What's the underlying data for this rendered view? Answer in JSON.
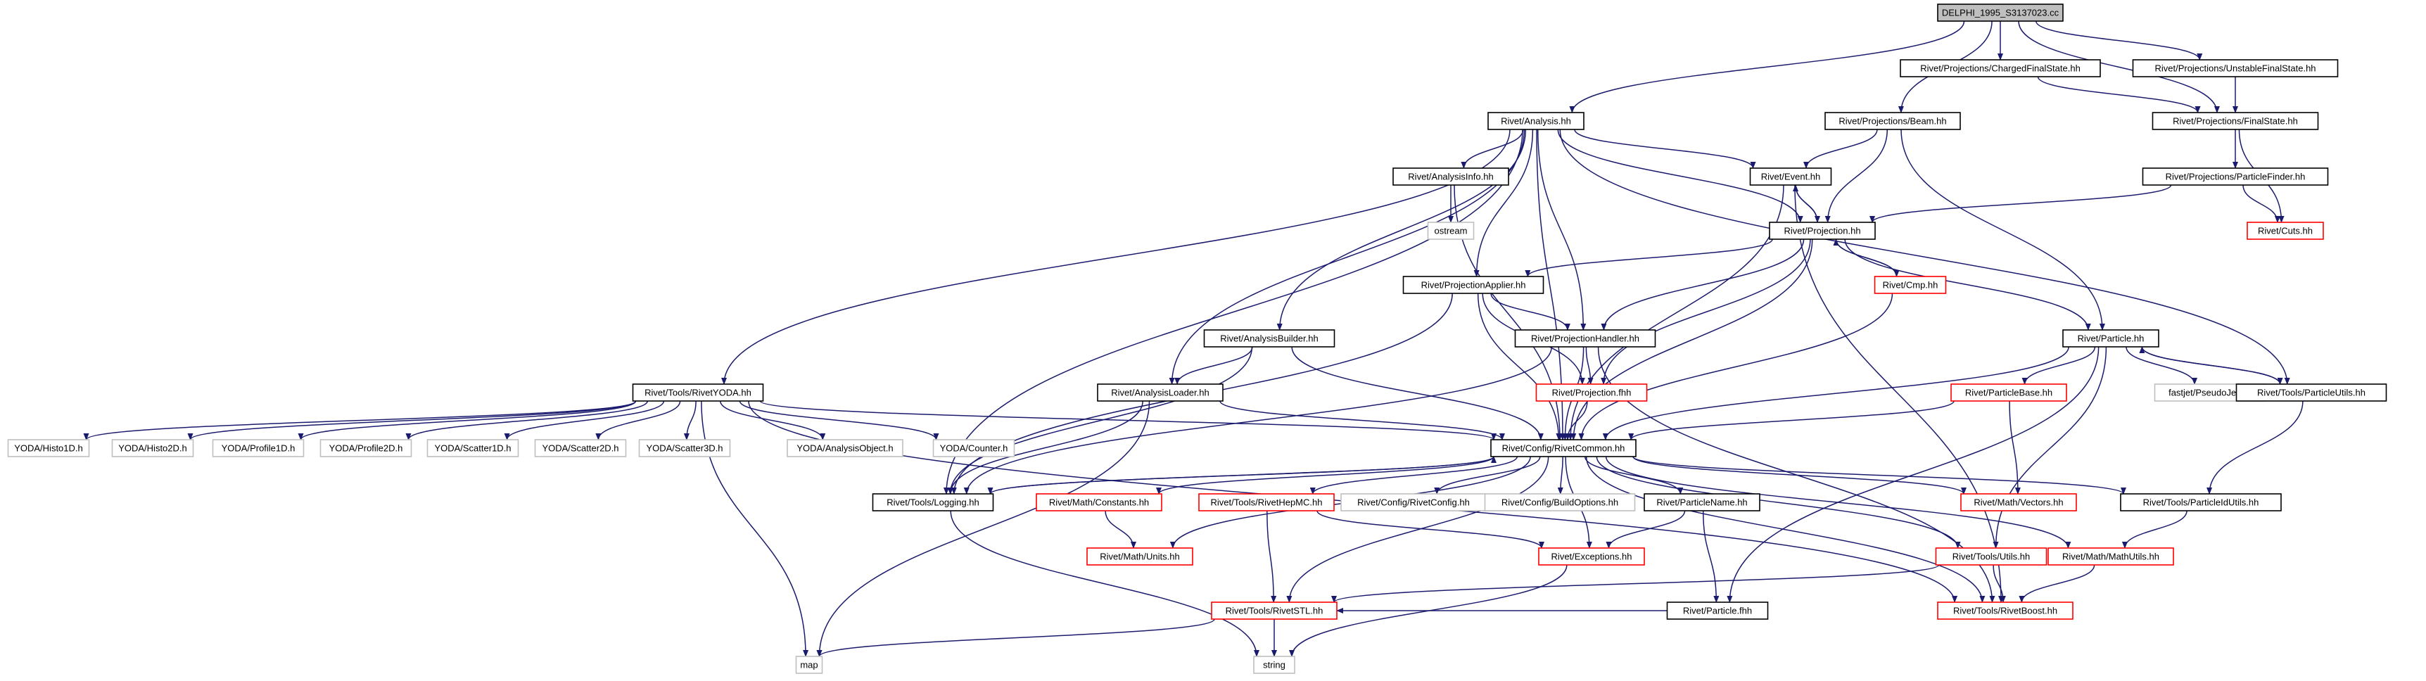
{
  "colors": {
    "edge": "#1b1b6e",
    "border_black": "#000000",
    "border_red": "#ff0000",
    "border_grey": "#bfbfbf",
    "root_fill": "#bfbfbf",
    "fill": "#ffffff"
  },
  "nodes": [
    {
      "id": "root",
      "label": "DELPHI_1995_S3137023.cc",
      "style": "root"
    },
    {
      "id": "chfs",
      "label": "Rivet/Projections/ChargedFinalState.hh",
      "style": "black"
    },
    {
      "id": "ufs",
      "label": "Rivet/Projections/UnstableFinalState.hh",
      "style": "black"
    },
    {
      "id": "fs",
      "label": "Rivet/Projections/FinalState.hh",
      "style": "black"
    },
    {
      "id": "pf",
      "label": "Rivet/Projections/ParticleFinder.hh",
      "style": "black"
    },
    {
      "id": "cuts",
      "label": "Rivet/Cuts.hh",
      "style": "red"
    },
    {
      "id": "analysis",
      "label": "Rivet/Analysis.hh",
      "style": "black"
    },
    {
      "id": "beam",
      "label": "Rivet/Projections/Beam.hh",
      "style": "black"
    },
    {
      "id": "ainfo",
      "label": "Rivet/AnalysisInfo.hh",
      "style": "black"
    },
    {
      "id": "ostream",
      "label": "ostream",
      "style": "grey"
    },
    {
      "id": "event",
      "label": "Rivet/Event.hh",
      "style": "black"
    },
    {
      "id": "proj",
      "label": "Rivet/Projection.hh",
      "style": "black"
    },
    {
      "id": "cmp",
      "label": "Rivet/Cmp.hh",
      "style": "red"
    },
    {
      "id": "papplier",
      "label": "Rivet/ProjectionApplier.hh",
      "style": "black"
    },
    {
      "id": "phandler",
      "label": "Rivet/ProjectionHandler.hh",
      "style": "black"
    },
    {
      "id": "projf",
      "label": "Rivet/Projection.fhh",
      "style": "red"
    },
    {
      "id": "abuilder",
      "label": "Rivet/AnalysisBuilder.hh",
      "style": "black"
    },
    {
      "id": "aloader",
      "label": "Rivet/AnalysisLoader.hh",
      "style": "black"
    },
    {
      "id": "particle",
      "label": "Rivet/Particle.hh",
      "style": "black"
    },
    {
      "id": "pbase",
      "label": "Rivet/ParticleBase.hh",
      "style": "red"
    },
    {
      "id": "fastjet",
      "label": "fastjet/PseudoJet.hh",
      "style": "grey"
    },
    {
      "id": "putils",
      "label": "Rivet/Tools/ParticleUtils.hh",
      "style": "black"
    },
    {
      "id": "ryoda",
      "label": "Rivet/Tools/RivetYODA.hh",
      "style": "black"
    },
    {
      "id": "h1d",
      "label": "YODA/Histo1D.h",
      "style": "grey"
    },
    {
      "id": "h2d",
      "label": "YODA/Histo2D.h",
      "style": "grey"
    },
    {
      "id": "p1d",
      "label": "YODA/Profile1D.h",
      "style": "grey"
    },
    {
      "id": "p2d",
      "label": "YODA/Profile2D.h",
      "style": "grey"
    },
    {
      "id": "s1d",
      "label": "YODA/Scatter1D.h",
      "style": "grey"
    },
    {
      "id": "s2d",
      "label": "YODA/Scatter2D.h",
      "style": "grey"
    },
    {
      "id": "s3d",
      "label": "YODA/Scatter3D.h",
      "style": "grey"
    },
    {
      "id": "aobj",
      "label": "YODA/AnalysisObject.h",
      "style": "grey"
    },
    {
      "id": "counter",
      "label": "YODA/Counter.h",
      "style": "grey"
    },
    {
      "id": "common",
      "label": "Rivet/Config/RivetCommon.hh",
      "style": "black"
    },
    {
      "id": "logging",
      "label": "Rivet/Tools/Logging.hh",
      "style": "black"
    },
    {
      "id": "consts",
      "label": "Rivet/Math/Constants.hh",
      "style": "red"
    },
    {
      "id": "hepmc",
      "label": "Rivet/Tools/RivetHepMC.hh",
      "style": "red"
    },
    {
      "id": "rconfig",
      "label": "Rivet/Config/RivetConfig.hh",
      "style": "grey"
    },
    {
      "id": "bopts",
      "label": "Rivet/Config/BuildOptions.hh",
      "style": "grey"
    },
    {
      "id": "pname",
      "label": "Rivet/ParticleName.hh",
      "style": "black"
    },
    {
      "id": "vectors",
      "label": "Rivet/Math/Vectors.hh",
      "style": "red"
    },
    {
      "id": "pidutils",
      "label": "Rivet/Tools/ParticleIdUtils.hh",
      "style": "black"
    },
    {
      "id": "units",
      "label": "Rivet/Math/Units.hh",
      "style": "red"
    },
    {
      "id": "except",
      "label": "Rivet/Exceptions.hh",
      "style": "red"
    },
    {
      "id": "partf",
      "label": "Rivet/Particle.fhh",
      "style": "black"
    },
    {
      "id": "tutils",
      "label": "Rivet/Tools/Utils.hh",
      "style": "red"
    },
    {
      "id": "mutils",
      "label": "Rivet/Math/MathUtils.hh",
      "style": "red"
    },
    {
      "id": "stl",
      "label": "Rivet/Tools/RivetSTL.hh",
      "style": "red"
    },
    {
      "id": "boost",
      "label": "Rivet/Tools/RivetBoost.hh",
      "style": "red"
    },
    {
      "id": "map",
      "label": "map",
      "style": "grey"
    },
    {
      "id": "string",
      "label": "string",
      "style": "grey"
    }
  ],
  "edges": [
    [
      "root",
      "analysis"
    ],
    [
      "root",
      "beam"
    ],
    [
      "root",
      "chfs"
    ],
    [
      "root",
      "ufs"
    ],
    [
      "root",
      "fs"
    ],
    [
      "chfs",
      "fs"
    ],
    [
      "ufs",
      "fs"
    ],
    [
      "fs",
      "pf"
    ],
    [
      "fs",
      "cuts"
    ],
    [
      "pf",
      "proj"
    ],
    [
      "pf",
      "cuts"
    ],
    [
      "analysis",
      "ryoda"
    ],
    [
      "analysis",
      "ainfo"
    ],
    [
      "analysis",
      "event"
    ],
    [
      "analysis",
      "proj"
    ],
    [
      "analysis",
      "papplier"
    ],
    [
      "analysis",
      "phandler"
    ],
    [
      "analysis",
      "abuilder"
    ],
    [
      "analysis",
      "aloader"
    ],
    [
      "analysis",
      "common"
    ],
    [
      "analysis",
      "logging"
    ],
    [
      "analysis",
      "putils"
    ],
    [
      "beam",
      "event"
    ],
    [
      "beam",
      "proj"
    ],
    [
      "beam",
      "particle"
    ],
    [
      "ainfo",
      "ostream"
    ],
    [
      "ainfo",
      "common"
    ],
    [
      "event",
      "proj"
    ],
    [
      "event",
      "common"
    ],
    [
      "event",
      "boost"
    ],
    [
      "proj",
      "event"
    ],
    [
      "proj",
      "cmp"
    ],
    [
      "proj",
      "papplier"
    ],
    [
      "proj",
      "phandler"
    ],
    [
      "proj",
      "projf"
    ],
    [
      "proj",
      "common"
    ],
    [
      "proj",
      "particle"
    ],
    [
      "cmp",
      "proj"
    ],
    [
      "cmp",
      "common"
    ],
    [
      "papplier",
      "phandler"
    ],
    [
      "papplier",
      "projf"
    ],
    [
      "papplier",
      "common"
    ],
    [
      "papplier",
      "logging"
    ],
    [
      "phandler",
      "projf"
    ],
    [
      "phandler",
      "common"
    ],
    [
      "phandler",
      "logging"
    ],
    [
      "phandler",
      "boost"
    ],
    [
      "projf",
      "common"
    ],
    [
      "abuilder",
      "aloader"
    ],
    [
      "abuilder",
      "common"
    ],
    [
      "abuilder",
      "logging"
    ],
    [
      "aloader",
      "common"
    ],
    [
      "aloader",
      "logging"
    ],
    [
      "aloader",
      "map"
    ],
    [
      "particle",
      "pbase"
    ],
    [
      "particle",
      "fastjet"
    ],
    [
      "particle",
      "putils"
    ],
    [
      "particle",
      "common"
    ],
    [
      "particle",
      "partf"
    ],
    [
      "particle",
      "tutils"
    ],
    [
      "pbase",
      "common"
    ],
    [
      "pbase",
      "vectors"
    ],
    [
      "putils",
      "particle"
    ],
    [
      "putils",
      "pidutils"
    ],
    [
      "ryoda",
      "h1d"
    ],
    [
      "ryoda",
      "h2d"
    ],
    [
      "ryoda",
      "p1d"
    ],
    [
      "ryoda",
      "p2d"
    ],
    [
      "ryoda",
      "s1d"
    ],
    [
      "ryoda",
      "s2d"
    ],
    [
      "ryoda",
      "s3d"
    ],
    [
      "ryoda",
      "aobj"
    ],
    [
      "ryoda",
      "counter"
    ],
    [
      "ryoda",
      "common"
    ],
    [
      "ryoda",
      "map"
    ],
    [
      "ryoda",
      "boost"
    ],
    [
      "common",
      "logging"
    ],
    [
      "common",
      "consts"
    ],
    [
      "common",
      "hepmc"
    ],
    [
      "common",
      "rconfig"
    ],
    [
      "common",
      "bopts"
    ],
    [
      "common",
      "pname"
    ],
    [
      "common",
      "vectors"
    ],
    [
      "common",
      "pidutils"
    ],
    [
      "common",
      "units"
    ],
    [
      "common",
      "except"
    ],
    [
      "common",
      "tutils"
    ],
    [
      "common",
      "mutils"
    ],
    [
      "common",
      "stl"
    ],
    [
      "common",
      "boost"
    ],
    [
      "logging",
      "common"
    ],
    [
      "logging",
      "string"
    ],
    [
      "consts",
      "units"
    ],
    [
      "hepmc",
      "except"
    ],
    [
      "hepmc",
      "stl"
    ],
    [
      "pname",
      "except"
    ],
    [
      "pname",
      "partf"
    ],
    [
      "pidutils",
      "mutils"
    ],
    [
      "except",
      "string"
    ],
    [
      "partf",
      "stl"
    ],
    [
      "tutils",
      "stl"
    ],
    [
      "tutils",
      "boost"
    ],
    [
      "mutils",
      "boost"
    ],
    [
      "stl",
      "map"
    ],
    [
      "stl",
      "string"
    ]
  ]
}
